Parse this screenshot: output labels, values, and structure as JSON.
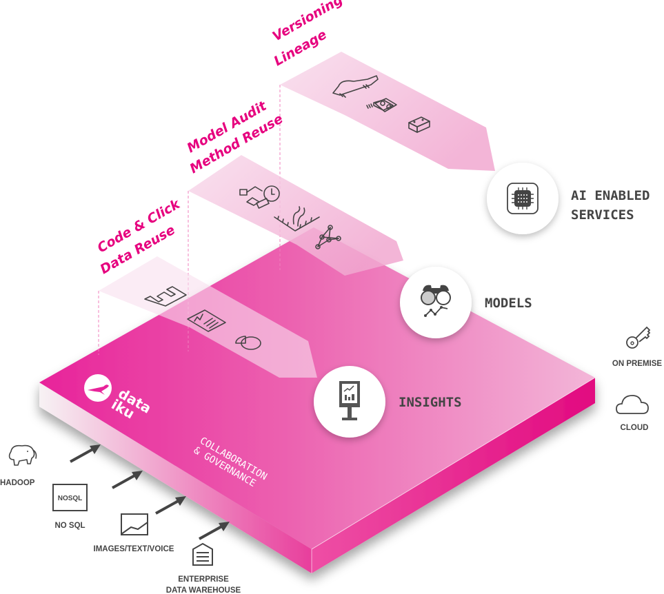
{
  "layers": [
    {
      "id": "data",
      "title_lines": [
        "Code & Click",
        "Data Reuse"
      ],
      "icons": [
        "bar-chart-icon",
        "report-document-icon",
        "pie-chart-icon"
      ]
    },
    {
      "id": "model",
      "title_lines": [
        "Model Audit",
        "Method Reuse"
      ],
      "icons": [
        "workflow-clock-icon",
        "distribution-chart-icon",
        "network-graph-icon"
      ]
    },
    {
      "id": "service",
      "title_lines": [
        "Versioning",
        "Lineage"
      ],
      "icons": [
        "drone-icon",
        "speaker-icon",
        "robot-icon"
      ]
    }
  ],
  "outputs": [
    {
      "id": "insights",
      "label": "INSIGHTS",
      "icon": "kiosk-chart-icon"
    },
    {
      "id": "models",
      "label": "MODELS",
      "icon": "binoculars-icon"
    },
    {
      "id": "ai",
      "label_lines": [
        "AI ENABLED",
        "SERVICES"
      ],
      "icon": "chip-icon"
    }
  ],
  "platform": {
    "logo_lines": [
      "data",
      "iku"
    ],
    "tagline_lines": [
      "COLLABORATION",
      "& GOVERNANCE"
    ],
    "colors": {
      "magenta": "#e6007e",
      "pink_light": "#f4b9da",
      "slab_top": "#ec5fae"
    }
  },
  "sources": [
    {
      "label_lines": [
        "HADOOP"
      ],
      "icon": "elephant-icon"
    },
    {
      "label_lines": [
        "NO SQL"
      ],
      "icon": "nosql-box-icon",
      "icon_text": "NOSQL"
    },
    {
      "label_lines": [
        "IMAGES/TEXT/VOICE"
      ],
      "icon": "image-frame-icon"
    },
    {
      "label_lines": [
        "ENTERPRISE",
        "DATA WAREHOUSE"
      ],
      "icon": "warehouse-icon"
    }
  ],
  "deployment": [
    {
      "label": "ON PREMISE",
      "icon": "key-icon"
    },
    {
      "label": "CLOUD",
      "icon": "cloud-icon"
    }
  ]
}
